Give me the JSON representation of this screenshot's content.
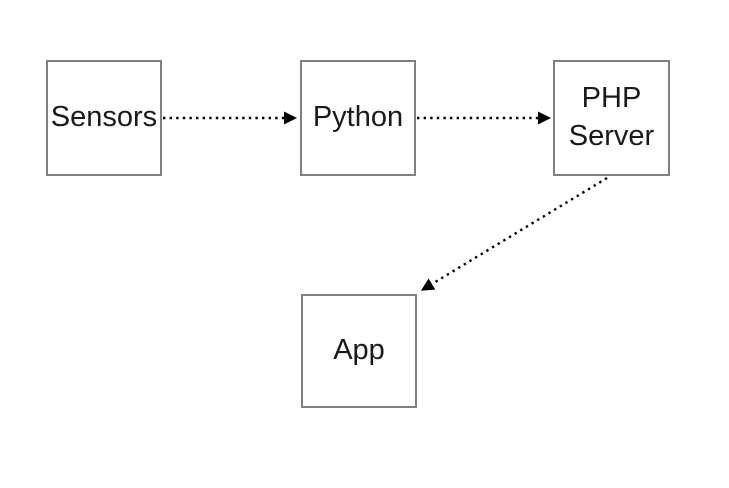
{
  "diagram": {
    "background_color": "#ffffff",
    "style": {
      "node_border_color": "#7f7f7f",
      "node_fill_color": "#ffffff",
      "text_color": "#1a1a1a",
      "arrow_color": "#000000",
      "arrow_line_style": "dotted"
    },
    "nodes": [
      {
        "id": "sensors",
        "label": "Sensors"
      },
      {
        "id": "python",
        "label": "Python"
      },
      {
        "id": "php-server",
        "label": "PHP Server"
      },
      {
        "id": "app",
        "label": "App"
      }
    ],
    "edges": [
      {
        "from": "sensors",
        "to": "python",
        "style": "dotted",
        "arrowhead": "end"
      },
      {
        "from": "python",
        "to": "php-server",
        "style": "dotted",
        "arrowhead": "end"
      },
      {
        "from": "php-server",
        "to": "app",
        "style": "dotted",
        "arrowhead": "end"
      }
    ]
  }
}
